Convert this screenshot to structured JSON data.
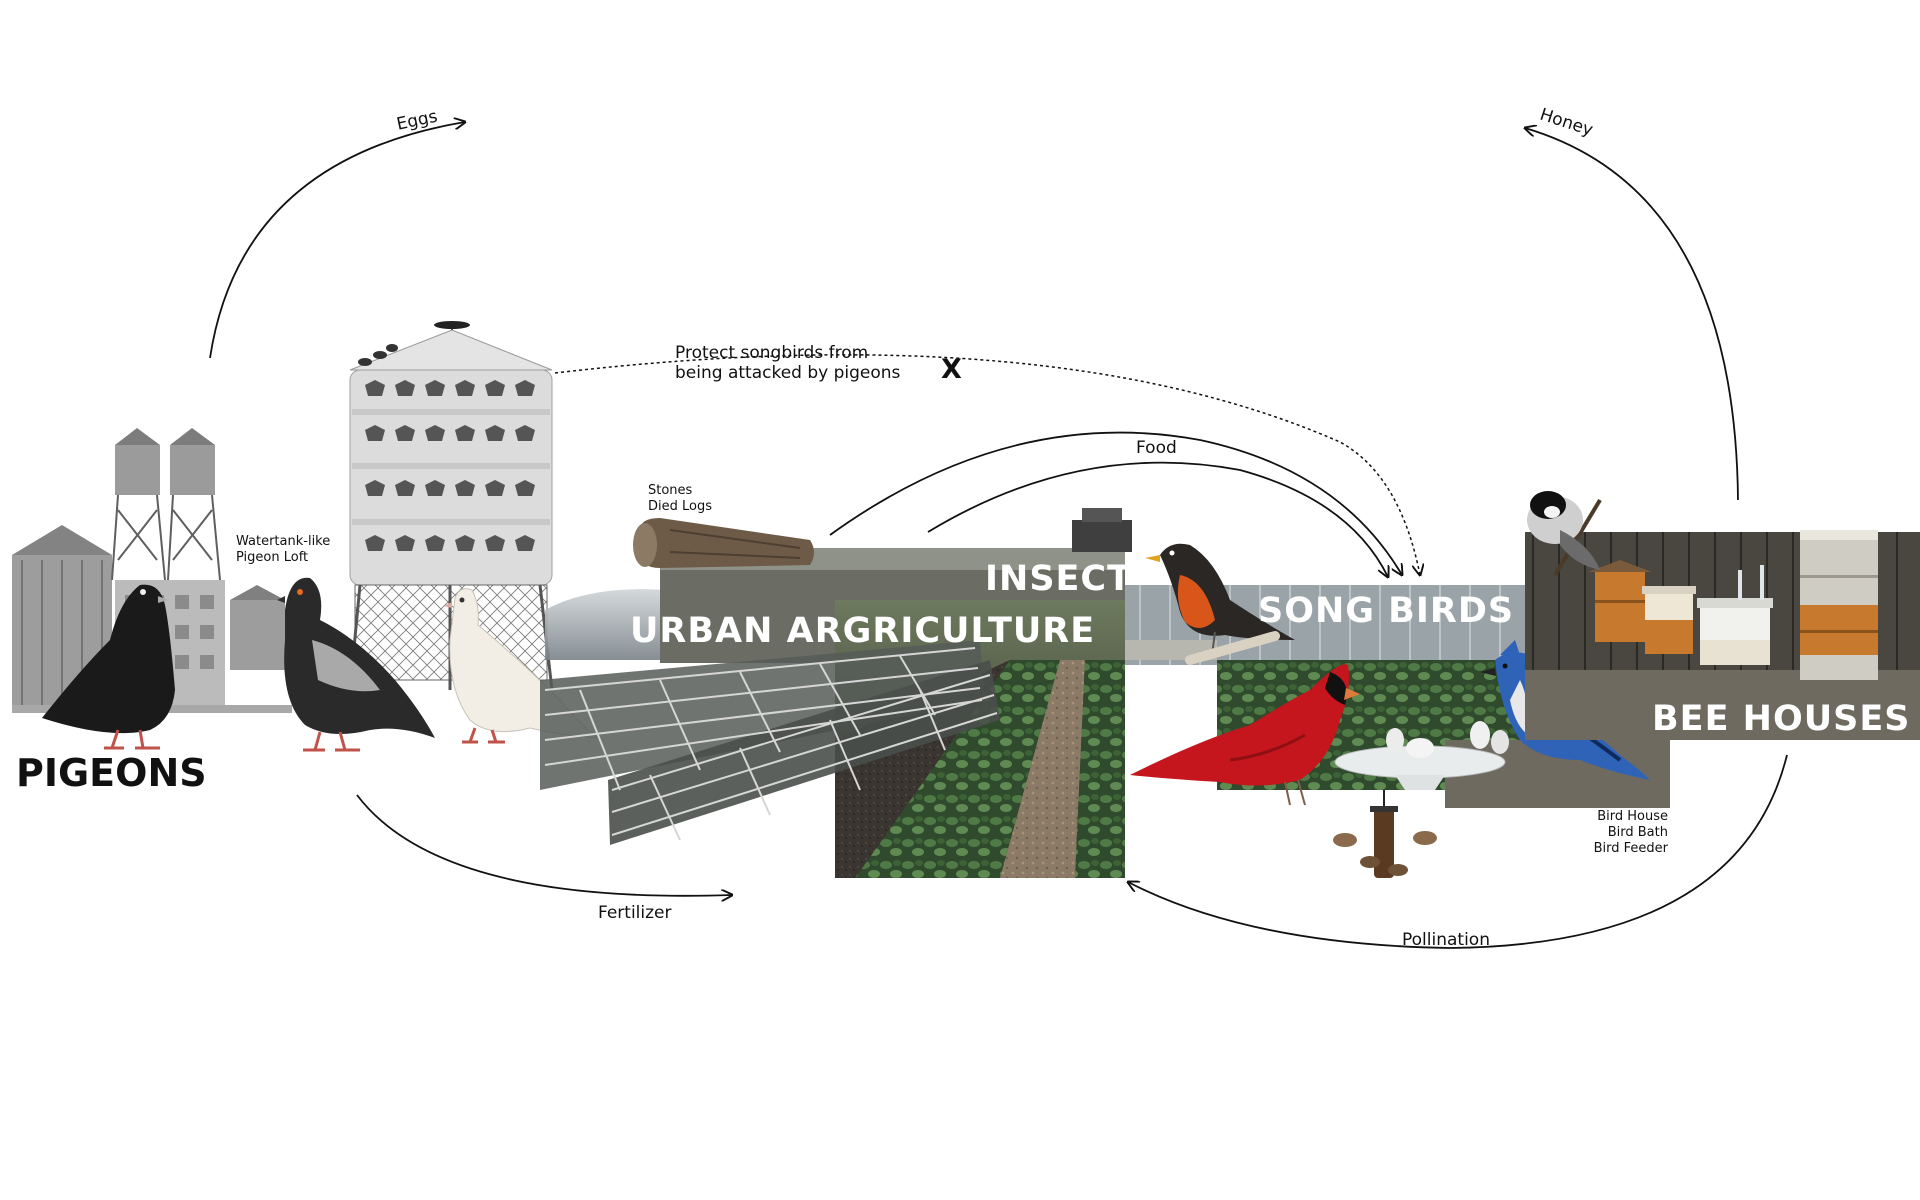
{
  "nodes": {
    "pigeons": "PIGEONS",
    "urban_agriculture": "URBAN ARGRICULTURE",
    "insects": "INSECTS",
    "song_birds": "SONG BIRDS",
    "bee_houses": "BEE HOUSES"
  },
  "flows": {
    "eggs": "Eggs",
    "honey": "Honey",
    "food": "Food",
    "fertilizer": "Fertilizer",
    "pollination": "Pollination",
    "protect_line1": "Protect songbirds from",
    "protect_line2": "being attacked by pigeons",
    "blocked_mark": "X"
  },
  "annotations": {
    "loft_line1": "Watertank-like",
    "loft_line2": "Pigeon Loft",
    "stones": "Stones",
    "logs": "Died Logs",
    "bird_house": "Bird House",
    "bird_bath": "Bird Bath",
    "bird_feeder": "Bird Feeder"
  },
  "colors": {
    "line": "#111111",
    "cardinal": "#c4161c",
    "bluejay": "#2f63b8",
    "robin_breast": "#d9561b",
    "hive_wood": "#c77a2e",
    "foliage": "#3f6b3a",
    "soil": "#3b3631"
  }
}
